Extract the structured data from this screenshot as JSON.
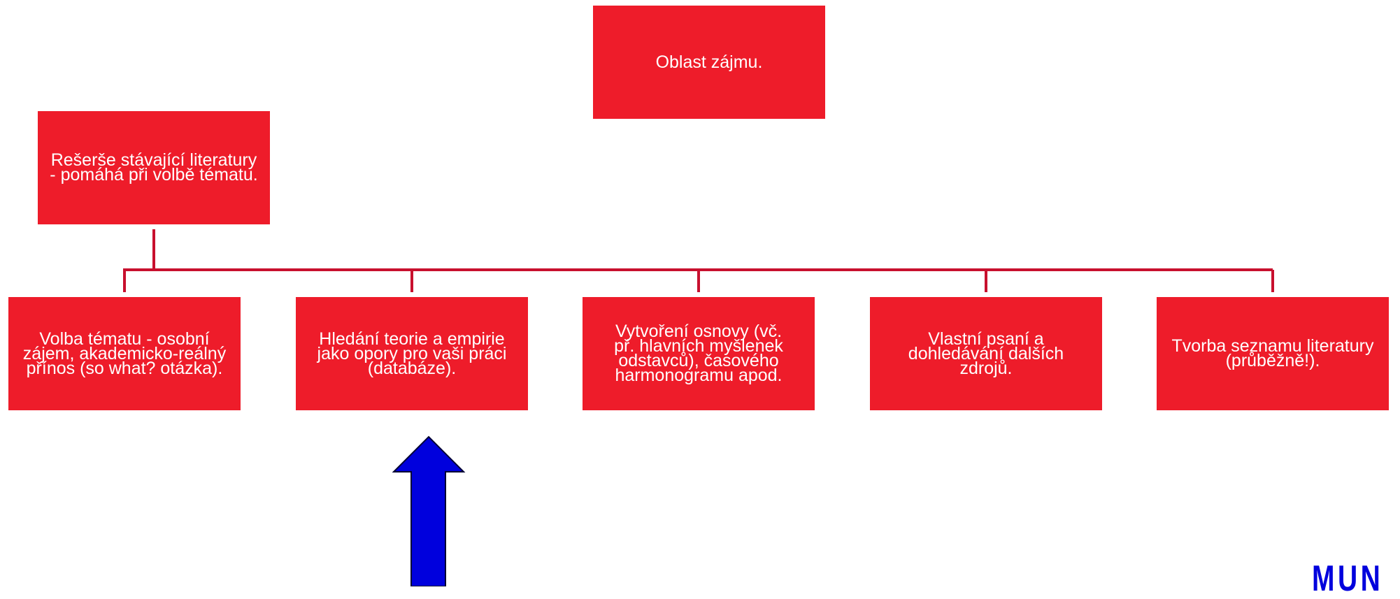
{
  "diagram": {
    "top_box": "Oblast zájmu.",
    "search_box": "Rešerše stávající literatury\n- pomáhá při volbě tématu.",
    "steps": [
      "Volba tématu - osobní\nzájem, akademicko-reálný\npřínos (so what? otázka).",
      "Hledání teorie a empirie\njako opory pro vaši práci\n(databáze).",
      "Vytvoření osnovy (vč.\npř. hlavních myšlenek\nodstavců), časového\nharmonogramu apod.",
      "Vlastní psaní a\ndohledávání dalších\nzdrojů.",
      "Tvorba seznamu literatury\n(průběžně!)."
    ]
  },
  "colors": {
    "box_fill": "#ee1c2a",
    "box_text": "#ffffff",
    "connector": "#c8102e",
    "arrow_fill": "#0000dd",
    "arrow_stroke": "#000033"
  },
  "logo": {
    "text": "MUN"
  },
  "icons": {
    "arrow": "up-arrow-icon"
  }
}
